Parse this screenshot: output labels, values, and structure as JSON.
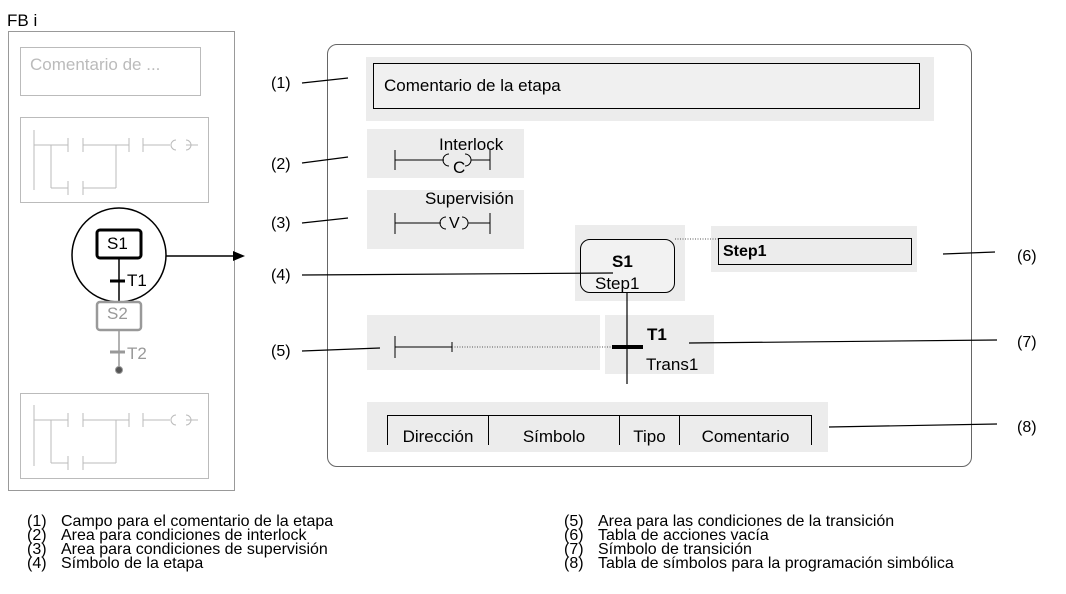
{
  "left_panel": {
    "title": "FB i",
    "comment_placeholder": "Comentario de ...",
    "step_s1": "S1",
    "transition_t1": "T1",
    "step_s2": "S2",
    "transition_t2": "T2"
  },
  "callouts": [
    "(1)",
    "(2)",
    "(3)",
    "(4)",
    "(5)",
    "(6)",
    "(7)",
    "(8)"
  ],
  "detail": {
    "step_comment": "Comentario de la etapa",
    "interlock_label": "Interlock",
    "interlock_symbol": "C",
    "supervision_label": "Supervisión",
    "supervision_symbol": "V",
    "step_number": "S1",
    "step_name": "Step1",
    "action_table_value": "Step1",
    "transition_number": "T1",
    "transition_name": "Trans1",
    "symbol_table_headers": [
      "Dirección",
      "Símbolo",
      "Tipo",
      "Comentario"
    ]
  },
  "legend": {
    "left": [
      {
        "num": "(1)",
        "text": "Campo para el comentario de la etapa"
      },
      {
        "num": "(2)",
        "text": "Area para condiciones de interlock"
      },
      {
        "num": "(3)",
        "text": "Area para condiciones de supervisión"
      },
      {
        "num": "(4)",
        "text": "Símbolo de la etapa"
      }
    ],
    "right": [
      {
        "num": "(5)",
        "text": "Area para las condiciones de la transición"
      },
      {
        "num": "(6)",
        "text": "Tabla de acciones vacía"
      },
      {
        "num": "(7)",
        "text": "Símbolo de transición"
      },
      {
        "num": "(8)",
        "text": "Tabla de símbolos para la programación simbólica"
      }
    ]
  }
}
